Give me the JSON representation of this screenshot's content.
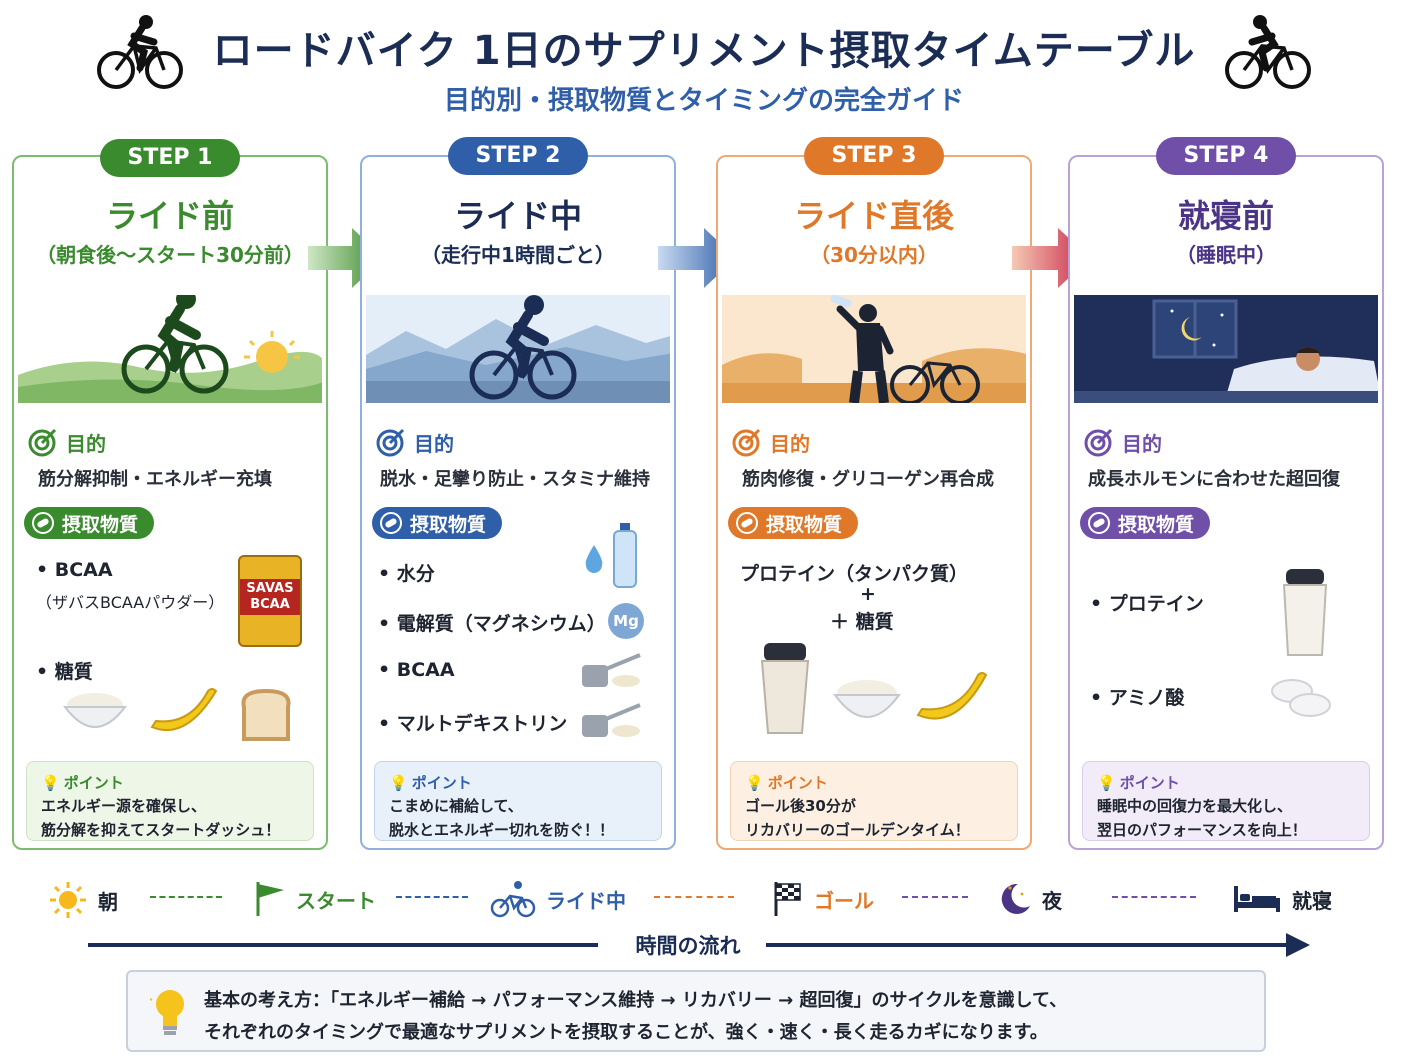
{
  "header": {
    "title": "ロードバイク 1日のサプリメント摂取タイムテーブル",
    "subtitle": "目的別・摂取物質とタイミングの完全ガイド",
    "left_icon": "cyclist-icon",
    "right_icon": "cyclist-icon"
  },
  "colors": {
    "green": "#3a8a2e",
    "blue": "#2f5fa8",
    "orange": "#e0782a",
    "purple": "#6f4fa8",
    "navy": "#1b2d55"
  },
  "section_labels": {
    "purpose": "目的",
    "intake": "摂取物質",
    "point": "ポイント"
  },
  "steps": [
    {
      "badge": "STEP 1",
      "name": "ライド前",
      "sub": "（朝食後〜スタート30分前）",
      "purpose": "筋分解抑制・エネルギー充填",
      "items": [
        "• BCAA",
        "（ザバスBCAAパウダー）",
        "• 糖質"
      ],
      "product_label": "SAVAS BCAA",
      "point": [
        "エネルギー源を確保し、",
        "筋分解を抑えてスタートダッシュ！"
      ]
    },
    {
      "badge": "STEP 2",
      "name": "ライド中",
      "sub": "（走行中1時間ごと）",
      "purpose": "脱水・足攣り防止・スタミナ維持",
      "items": [
        "• 水分",
        "• 電解質（マグネシウム）",
        "• BCAA",
        "• マルトデキストリン"
      ],
      "mg_label": "Mg",
      "point": [
        "こまめに補給して、",
        "脱水とエネルギー切れを防ぐ！！"
      ]
    },
    {
      "badge": "STEP 3",
      "name": "ライド直後",
      "sub": "（30分以内）",
      "purpose": "筋肉修復・グリコーゲン再合成",
      "items": [
        "プロテイン（タンパク質）",
        "+",
        "＋ 糖質"
      ],
      "point": [
        "ゴール後30分が",
        "リカバリーのゴールデンタイム！"
      ]
    },
    {
      "badge": "STEP 4",
      "name": "就寝前",
      "sub": "（睡眠中）",
      "purpose": "成長ホルモンに合わせた超回復",
      "items": [
        "• プロテイン",
        "• アミノ酸"
      ],
      "point": [
        "睡眠中の回復力を最大化し、",
        "翌日のパフォーマンスを向上！"
      ]
    }
  ],
  "timeline": [
    {
      "label": "朝",
      "icon": "sun-icon"
    },
    {
      "label": "スタート",
      "icon": "flag-icon"
    },
    {
      "label": "ライド中",
      "icon": "bicycle-icon"
    },
    {
      "label": "ゴール",
      "icon": "checkered-flag-icon"
    },
    {
      "label": "夜",
      "icon": "moon-icon"
    },
    {
      "label": "就寝",
      "icon": "bed-icon"
    }
  ],
  "flow_label": "時間の流れ",
  "note": {
    "line1": "基本の考え方：「エネルギー補給 → パフォーマンス維持 → リカバリー → 超回復」のサイクルを意識して、",
    "line2": "それぞれのタイミングで最適なサプリメントを摂取することが、強く・速く・長く走るカギになります。"
  }
}
